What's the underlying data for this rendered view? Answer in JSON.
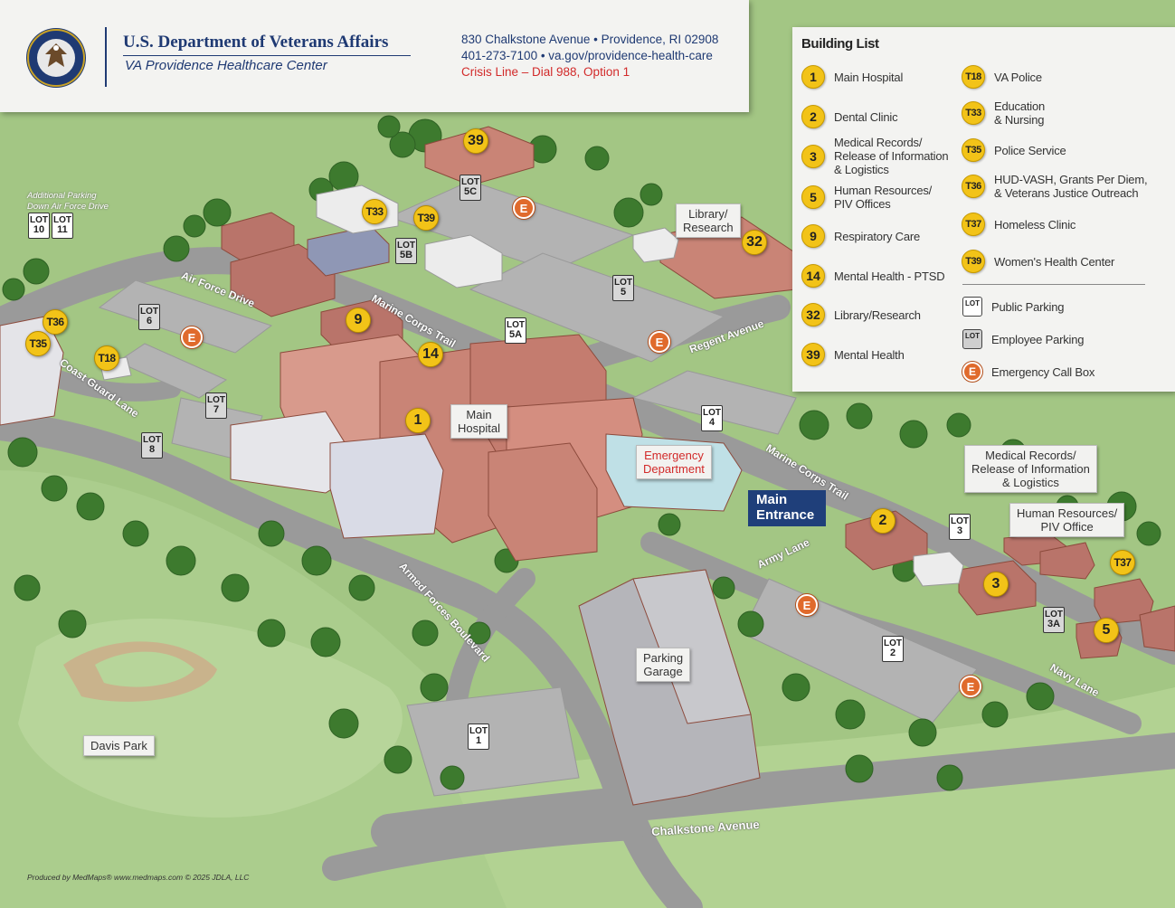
{
  "header": {
    "organization": "U.S. Department of Veterans Affairs",
    "facility": "VA Providence Healthcare Center",
    "address": "830 Chalkstone Avenue • Providence, RI 02908",
    "phone_web": "401-273-7100 • va.gov/providence-health-care",
    "crisis_line": "Crisis Line – Dial 988, Option 1",
    "seal_icon": "va-seal-icon"
  },
  "legend": {
    "title": "Building List",
    "buildings_col1": [
      {
        "id": "1",
        "label": "Main Hospital"
      },
      {
        "id": "2",
        "label": "Dental Clinic"
      },
      {
        "id": "3",
        "label": "Medical Records/\nRelease of Information\n& Logistics"
      },
      {
        "id": "5",
        "label": "Human Resources/\nPIV Offices"
      },
      {
        "id": "9",
        "label": "Respiratory Care"
      },
      {
        "id": "14",
        "label": "Mental Health - PTSD"
      },
      {
        "id": "32",
        "label": "Library/Research"
      },
      {
        "id": "39",
        "label": "Mental Health"
      }
    ],
    "buildings_col2": [
      {
        "id": "T18",
        "label": "VA Police"
      },
      {
        "id": "T33",
        "label": "Education\n& Nursing"
      },
      {
        "id": "T35",
        "label": "Police Service"
      },
      {
        "id": "T36",
        "label": "HUD-VASH, Grants Per Diem,\n& Veterans Justice Outreach"
      },
      {
        "id": "T37",
        "label": "Homeless Clinic"
      },
      {
        "id": "T39",
        "label": "Women's Health Center"
      }
    ],
    "symbols": [
      {
        "icon": "LOT",
        "label": "Public Parking"
      },
      {
        "icon": "LOT",
        "label": "Employee Parking"
      },
      {
        "icon": "E",
        "label": "Emergency Call Box"
      }
    ]
  },
  "map": {
    "building_markers": [
      "39",
      "T33",
      "T39",
      "32",
      "9",
      "14",
      "T36",
      "T35",
      "T18",
      "1",
      "2",
      "3",
      "T37",
      "5"
    ],
    "lots": [
      {
        "label": "LOT",
        "num": "5C"
      },
      {
        "label": "LOT",
        "num": "10"
      },
      {
        "label": "LOT",
        "num": "11"
      },
      {
        "label": "LOT",
        "num": "5B"
      },
      {
        "label": "LOT",
        "num": "5"
      },
      {
        "label": "LOT",
        "num": "6"
      },
      {
        "label": "LOT",
        "num": "5A"
      },
      {
        "label": "LOT",
        "num": "7"
      },
      {
        "label": "LOT",
        "num": "8"
      },
      {
        "label": "LOT",
        "num": "4"
      },
      {
        "label": "LOT",
        "num": "3"
      },
      {
        "label": "LOT",
        "num": "3A"
      },
      {
        "label": "LOT",
        "num": "2"
      },
      {
        "label": "LOT",
        "num": "1"
      }
    ],
    "emergency_call_box": "E",
    "callouts": {
      "library": "Library/\nResearch",
      "main_hospital": "Main\nHospital",
      "emergency": "Emergency\nDepartment",
      "main_entrance": "Main\nEntrance",
      "medical_records": "Medical Records/\nRelease of Information\n& Logistics",
      "human_resources": "Human Resources/\nPIV Office",
      "parking_garage": "Parking\nGarage",
      "davis_park": "Davis Park"
    },
    "roads": {
      "air_force": "Air Force Drive",
      "marine_corps_upper": "Marine Corps Trail",
      "regent": "Regent Avenue",
      "coast_guard": "Coast Guard Lane",
      "marine_corps_lower": "Marine Corps Trail",
      "army": "Army Lane",
      "armed_forces": "Armed Forces Boulevard",
      "navy": "Navy Lane",
      "chalkstone": "Chalkstone Avenue"
    },
    "additional_parking": "Additional Parking\nDown Air Force Drive"
  },
  "credit": "Produced by MedMaps® www.medmaps.com   © 2025 JDLA, LLC"
}
